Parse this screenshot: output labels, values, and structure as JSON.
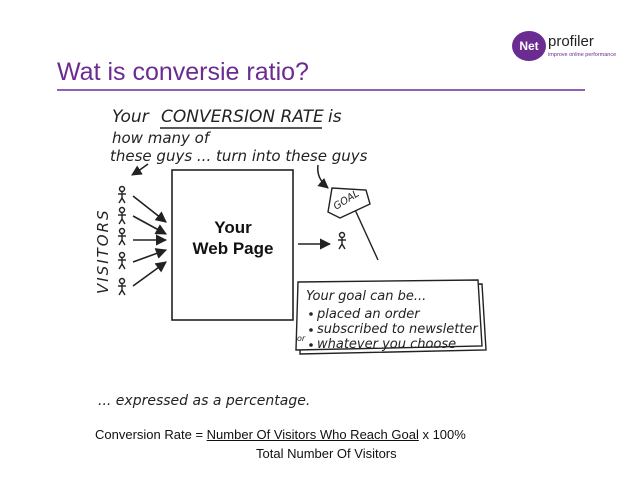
{
  "logo": {
    "circle_text": "Net",
    "name": "profiler",
    "tagline": "improve online performance"
  },
  "slide": {
    "title": "Wat is conversie ratio?"
  },
  "sketch": {
    "intro_line1_a": "Your",
    "intro_highlight": "CONVERSION RATE",
    "intro_line1_b": "is",
    "intro_line2": "how many of",
    "intro_line3": "these guys ... turn into these guys",
    "visitors_label": "VISITORS",
    "page_line1": "Your",
    "page_line2": "Web Page",
    "goal_flag": "GOAL",
    "goal_box_title": "Your goal can be...",
    "goal_items": [
      "placed an order",
      "subscribed to newsletter",
      "whatever you choose"
    ],
    "goal_or": "or",
    "footer_note": "... expressed as a percentage."
  },
  "formula": {
    "lhs": "Conversion Rate =",
    "numerator": "Number Of Visitors Who Reach Goal",
    "multiplier": "x 100%",
    "denominator": "Total Number Of Visitors"
  },
  "colors": {
    "brand_purple": "#6b2c91",
    "rule_purple": "#8f63b3",
    "ink": "#222222"
  }
}
